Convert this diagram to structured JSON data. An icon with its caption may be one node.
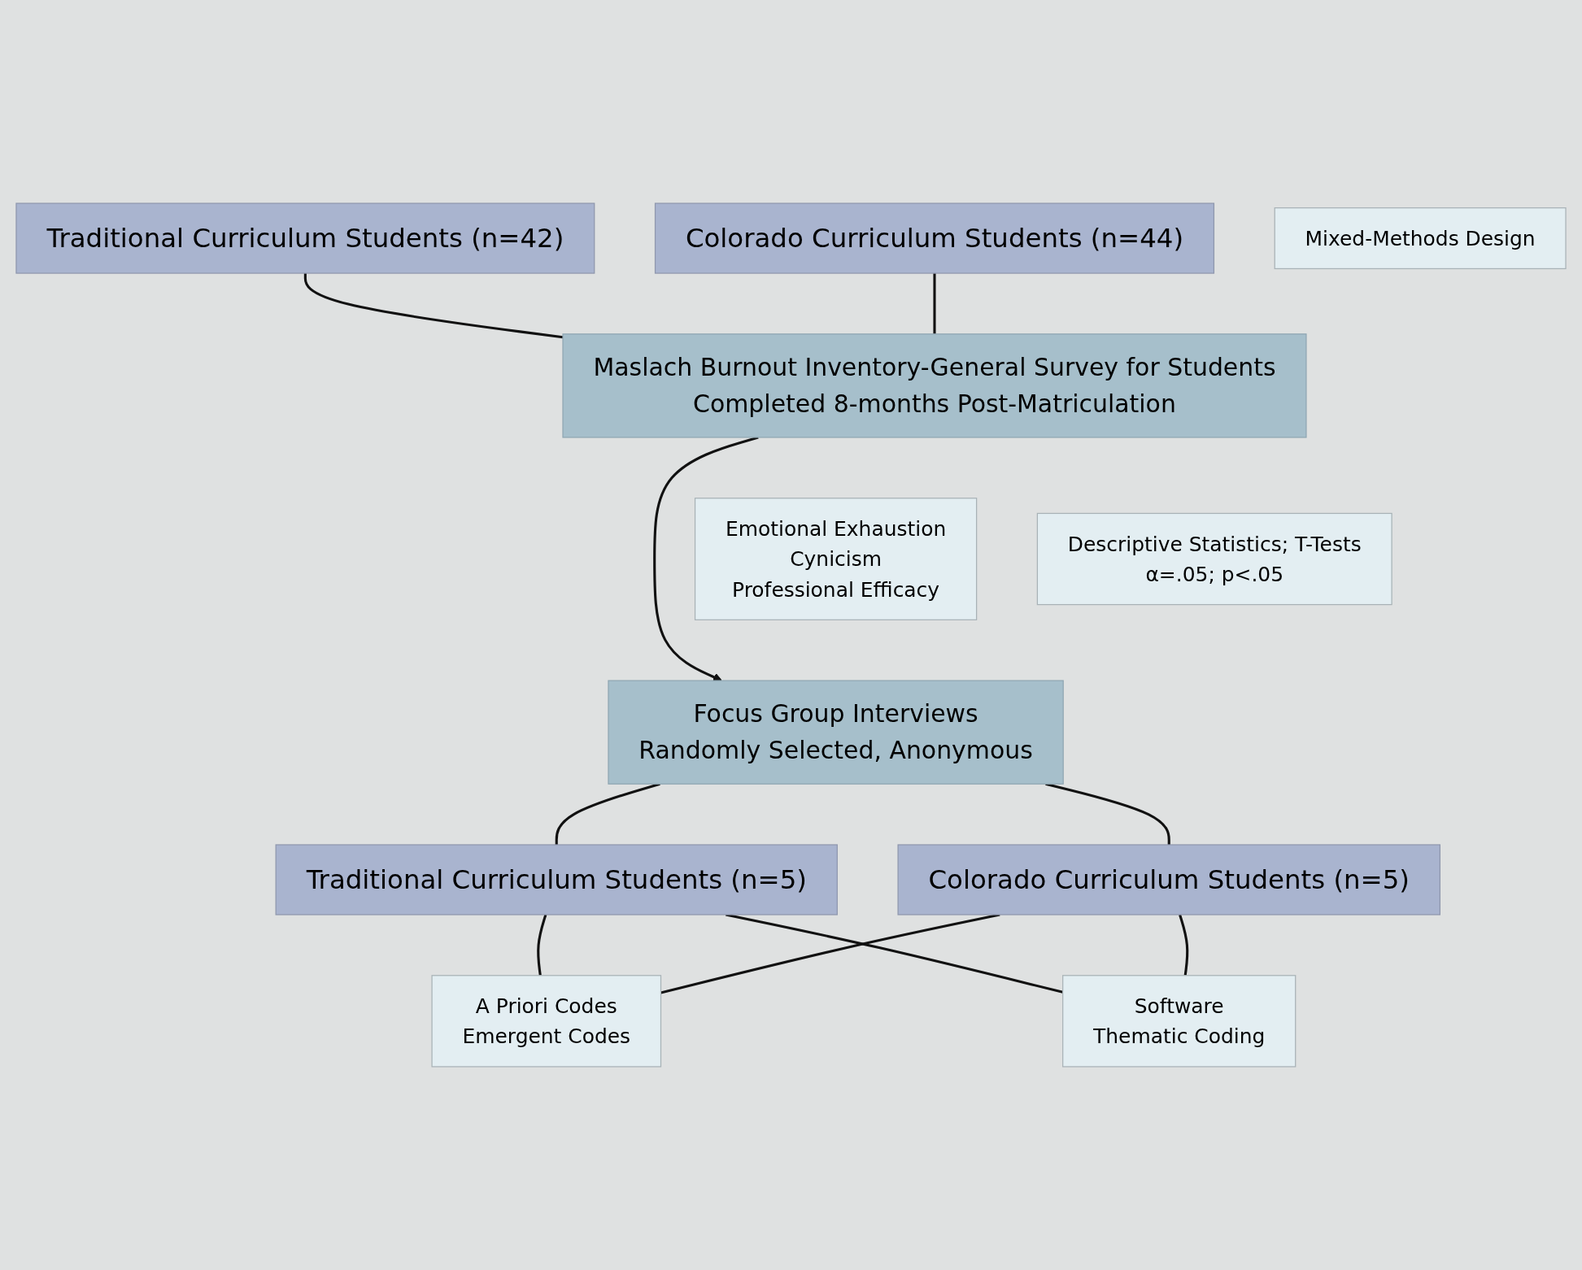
{
  "diagram": {
    "nodes": [
      {
        "text": [
          "Traditional Curriculum Students (n=42)"
        ]
      },
      {
        "text": [
          "Colorado Curriculum Students (n=44)"
        ]
      },
      {
        "text": [
          "Mixed-Methods Design"
        ]
      },
      {
        "text": [
          "Maslach Burnout Inventory-General Survey for Students",
          "Completed 8-months Post-Matriculation"
        ]
      },
      {
        "text": [
          "Emotional Exhaustion",
          "Cynicism",
          "Professional Efficacy"
        ]
      },
      {
        "text": [
          "Descriptive Statistics; T-Tests",
          "α=.05; p<.05"
        ]
      },
      {
        "text": [
          "Focus Group Interviews",
          "Randomly Selected, Anonymous"
        ]
      },
      {
        "text": [
          "Traditional Curriculum Students (n=5)"
        ]
      },
      {
        "text": [
          "Colorado Curriculum Students (n=5)"
        ]
      },
      {
        "text": [
          "A Priori Codes",
          "Emergent Codes"
        ]
      },
      {
        "text": [
          "Software",
          "Thematic Coding"
        ]
      }
    ],
    "edges": [
      {
        "from": 0,
        "to": 3,
        "arrow": "none"
      },
      {
        "from": 1,
        "to": 3,
        "arrow": "none"
      },
      {
        "from": 3,
        "to": 6,
        "arrow": "to"
      },
      {
        "from": 6,
        "to": 7,
        "arrow": "none"
      },
      {
        "from": 6,
        "to": 8,
        "arrow": "none"
      },
      {
        "from": 7,
        "to": 9,
        "arrow": "none"
      },
      {
        "from": 7,
        "to": 10,
        "arrow": "none"
      },
      {
        "from": 8,
        "to": 9,
        "arrow": "none"
      },
      {
        "from": 8,
        "to": 10,
        "arrow": "none"
      }
    ]
  }
}
